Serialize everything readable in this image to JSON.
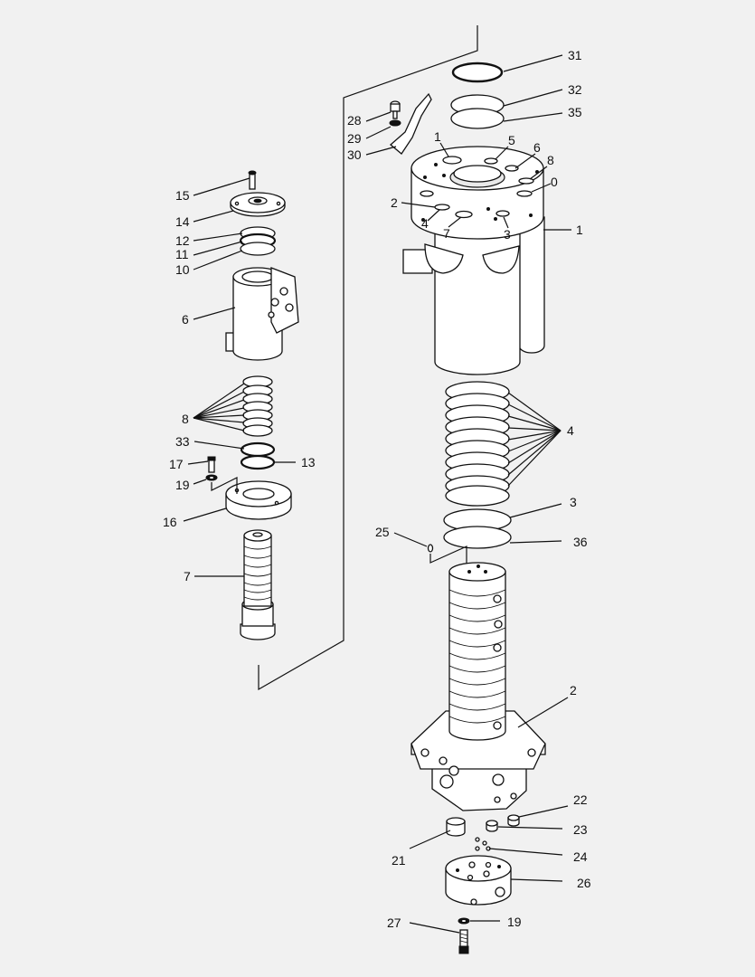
{
  "callouts": [
    {
      "key": "c31",
      "text": "31"
    },
    {
      "key": "c32",
      "text": "32"
    },
    {
      "key": "c35",
      "text": "35"
    },
    {
      "key": "c28",
      "text": "28"
    },
    {
      "key": "c29",
      "text": "29"
    },
    {
      "key": "c30",
      "text": "30"
    },
    {
      "key": "c1top",
      "text": "1"
    },
    {
      "key": "c5",
      "text": "5"
    },
    {
      "key": "c6top",
      "text": "6"
    },
    {
      "key": "c8top",
      "text": "8"
    },
    {
      "key": "c0",
      "text": "0"
    },
    {
      "key": "c2top",
      "text": "2"
    },
    {
      "key": "c4top",
      "text": "4"
    },
    {
      "key": "c7top",
      "text": "7"
    },
    {
      "key": "c3top",
      "text": "3"
    },
    {
      "key": "c1side",
      "text": "1"
    },
    {
      "key": "c15",
      "text": "15"
    },
    {
      "key": "c14",
      "text": "14"
    },
    {
      "key": "c12",
      "text": "12"
    },
    {
      "key": "c11",
      "text": "11"
    },
    {
      "key": "c10",
      "text": "10"
    },
    {
      "key": "c6",
      "text": "6"
    },
    {
      "key": "c8",
      "text": "8"
    },
    {
      "key": "c33",
      "text": "33"
    },
    {
      "key": "c13",
      "text": "13"
    },
    {
      "key": "c17",
      "text": "17"
    },
    {
      "key": "c19a",
      "text": "19"
    },
    {
      "key": "c16",
      "text": "16"
    },
    {
      "key": "c7",
      "text": "7"
    },
    {
      "key": "c4",
      "text": "4"
    },
    {
      "key": "c3",
      "text": "3"
    },
    {
      "key": "c25",
      "text": "25"
    },
    {
      "key": "c36",
      "text": "36"
    },
    {
      "key": "c2",
      "text": "2"
    },
    {
      "key": "c22",
      "text": "22"
    },
    {
      "key": "c23",
      "text": "23"
    },
    {
      "key": "c24",
      "text": "24"
    },
    {
      "key": "c21",
      "text": "21"
    },
    {
      "key": "c26",
      "text": "26"
    },
    {
      "key": "c27",
      "text": "27"
    },
    {
      "key": "c19b",
      "text": "19"
    }
  ]
}
